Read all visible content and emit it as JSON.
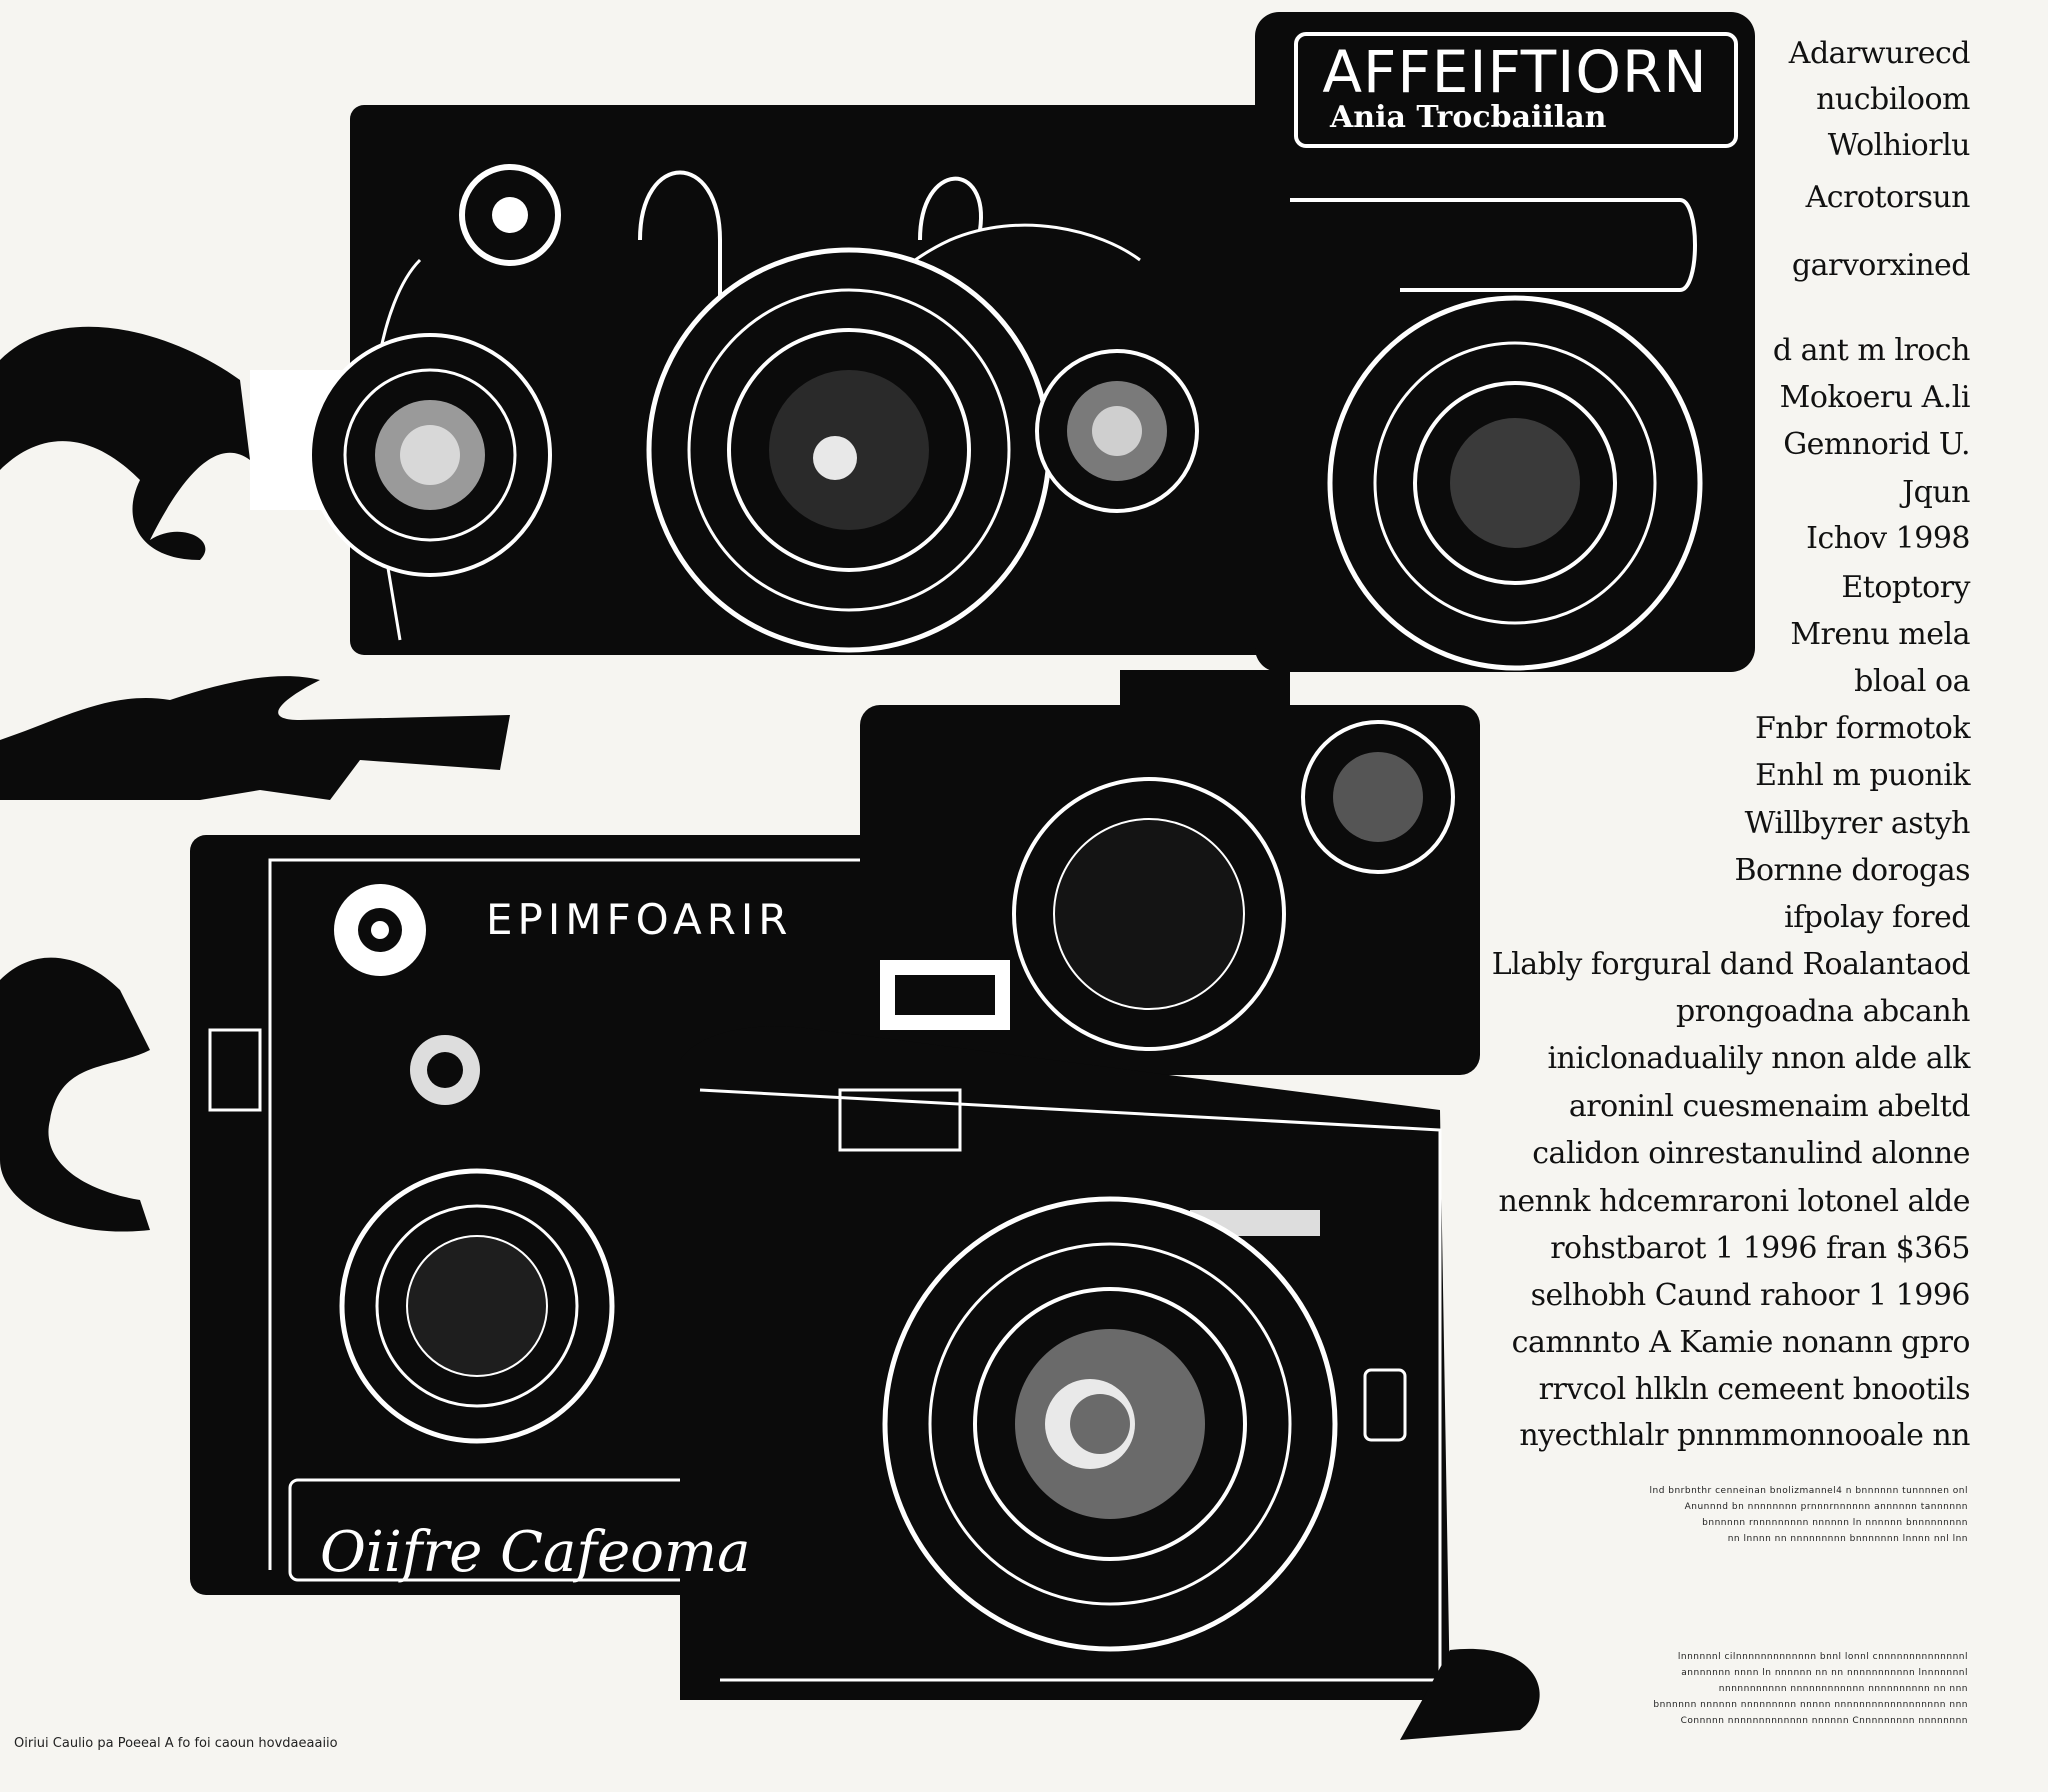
{
  "poster": {
    "label_title": "AFFEIFTIORN",
    "label_subtitle": "Ania Trocbaiilan",
    "camera_brand": "EPIMFOARIR",
    "script_signature": "Oiifre Cafeoma",
    "colors": {
      "ink": "#0b0b0b",
      "paper": "#f6f5f1"
    },
    "text_column": [
      "Adarwurecd",
      "nucbiloom",
      "Wolhiorlu",
      "Acrotorsun",
      "garvorxined",
      "d ant m lroch",
      "Mokoeru A.li",
      "Gemnorid U.",
      "Jqun",
      "Ichov 1998",
      "Etoptory",
      "Mrenu mela",
      "bloal oa",
      "Fnbr formotok",
      "Enhl m puonik",
      "Willbyrer astyh",
      "Bornne dorogas",
      "ifpolay fored",
      "Llably forgural dand Roalantaod",
      "prongoadna abcanh",
      "iniclonadualily nnon alde alk",
      "aroninl cuesmenaim abeltd",
      "calidon oinrestanulind alonne",
      "nennk hdcemraroni lotonel alde",
      "rohstbarot 1 1996 fran $365",
      "selhobh Caund rahoor 1 1996",
      "camnnto A Kamie nonann gpro",
      "rrvcol hlkln cemeent bnootils",
      "nyecthlalr pnnmmonnooale nn"
    ],
    "fine_print_1": [
      "lnd bnrbnthr cenneinan bnolizmannel4 n bnnnnnn tunnnnen onl",
      "Anunnnd bn nnnnnnnn prnnnrnnnnnn annnnnn tannnnnn",
      "bnnnnnn rnnnnnnnnn nnnnnn ln nnnnnn bnnnnnnnnn",
      "nn lnnnn nn nnnnnnnnn bnnnnnnn lnnnn nnl lnn"
    ],
    "fine_print_2": [
      "lnnnnnnl cilnnnnnnnnnnnnn bnnl lonnl cnnnnnnnnnnnnnnl",
      "annnnnnn nnnn ln nnnnnn nn nn nnnnnnnnnnn lnnnnnnnl",
      "nnnnnnnnnnn nnnnnnnnnnnn nnnnnnnnnn nn              nnn",
      "bnnnnnn nnnnnn nnnnnnnnn nnnnn nnnnnnnnnnnnnnnnnn nnn",
      "Connnnn nnnnnnnnnnnnn nnnnnn Cnnnnnnnnn nnnnnnnn"
    ],
    "caption": "Oiriui Caulio pa Poeeal A fo foi caoun hovdaeaaiio"
  }
}
